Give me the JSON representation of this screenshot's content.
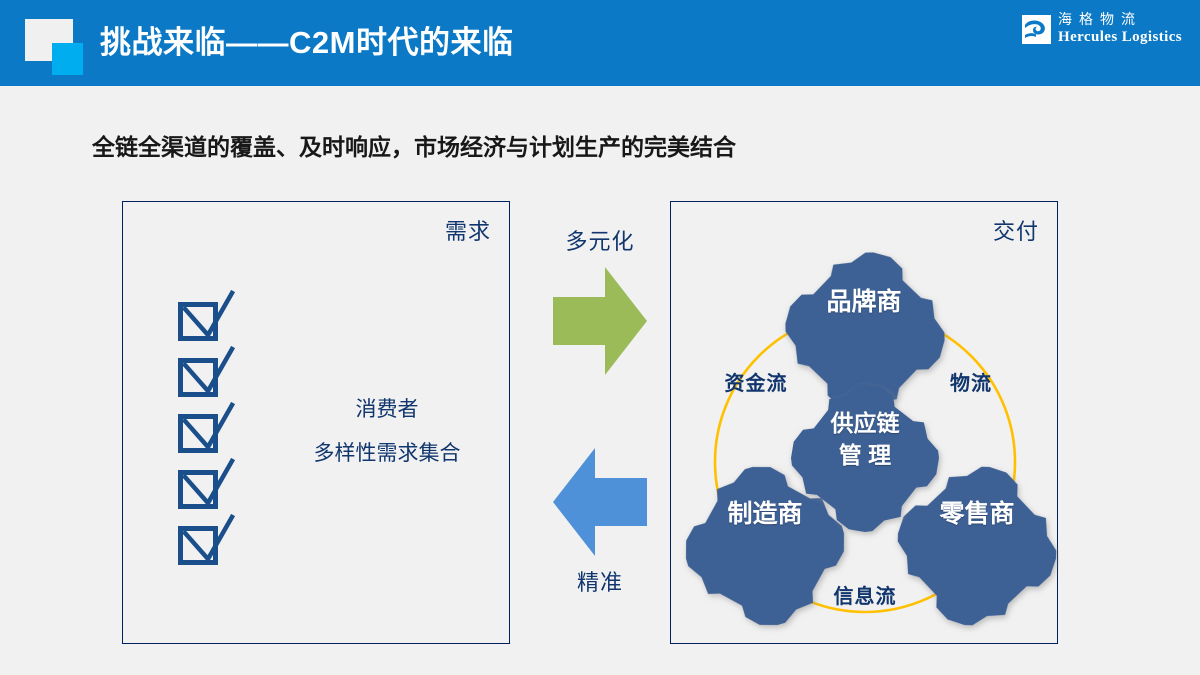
{
  "header": {
    "title": "挑战来临——C2M时代的来临",
    "bar_color": "#0b79c5",
    "deco_back_color": "#f0f0f0",
    "deco_front_color": "#00adef"
  },
  "logo": {
    "icon": "wave-logo-icon",
    "chinese": "海格物流",
    "english": "Hercules Logistics"
  },
  "subtitle": "全链全渠道的覆盖、及时响应，市场经济与计划生产的完美结合",
  "left_panel": {
    "tag": "需求",
    "checkbox_count": 5,
    "checkbox_color": "#1a4f8b",
    "text_lines": [
      "消费者",
      "多样性需求集合"
    ]
  },
  "middle": {
    "top_label": "多元化",
    "bottom_label": "精准",
    "right_arrow_color": "#9bbb59",
    "left_arrow_color": "#4f91d9"
  },
  "right_panel": {
    "tag": "交付",
    "gear_color": "#3c6195",
    "arc_color": "#ffc000",
    "gears": [
      {
        "name": "brand",
        "label": "品牌商"
      },
      {
        "name": "maker",
        "label": "制造商"
      },
      {
        "name": "retailer",
        "label": "零售商"
      },
      {
        "name": "center",
        "label_line1": "供应链",
        "label_line2": "管 理"
      }
    ],
    "flows": [
      {
        "name": "capital",
        "label": "资金流"
      },
      {
        "name": "logistics",
        "label": "物流"
      },
      {
        "name": "information",
        "label": "信息流"
      }
    ]
  }
}
